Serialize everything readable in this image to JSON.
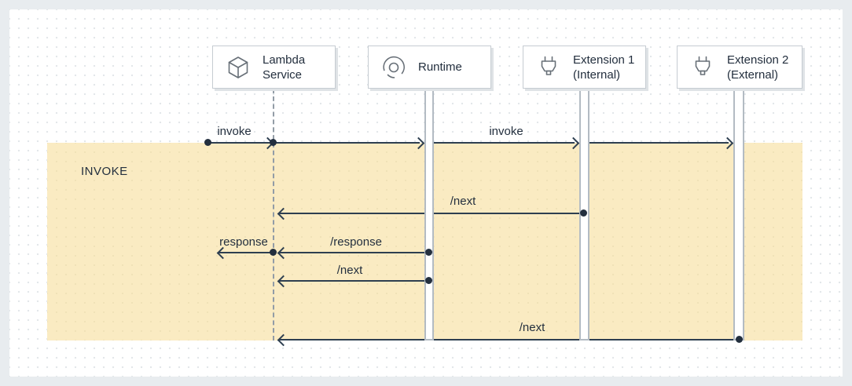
{
  "diagram": {
    "phase_band": {
      "label": "INVOKE",
      "color": "#FAEBC2"
    },
    "participants": [
      {
        "id": "lambda-service",
        "icon": "cube-icon",
        "line1": "Lambda",
        "line2": "Service"
      },
      {
        "id": "runtime",
        "icon": "runtime-icon",
        "line1": "Runtime",
        "line2": ""
      },
      {
        "id": "extension-1",
        "icon": "plug-icon",
        "line1": "Extension 1",
        "line2": "(Internal)"
      },
      {
        "id": "extension-2",
        "icon": "plug-icon",
        "line1": "Extension 2",
        "line2": "(External)"
      }
    ],
    "messages": [
      {
        "id": "invoke-in",
        "label": "invoke",
        "from": "caller",
        "to": "lambda-service"
      },
      {
        "id": "invoke-fanout",
        "label": "invoke",
        "from": "lambda-service",
        "to": "runtime, extension-1, extension-2"
      },
      {
        "id": "next-from-extension-1",
        "label": "/next",
        "from": "extension-1",
        "to": "lambda-service"
      },
      {
        "id": "response-out",
        "label": "response",
        "from": "lambda-service",
        "to": "caller"
      },
      {
        "id": "response-from-runtime",
        "label": "/response",
        "from": "runtime",
        "to": "lambda-service"
      },
      {
        "id": "next-from-runtime",
        "label": "/next",
        "from": "runtime",
        "to": "lambda-service"
      },
      {
        "id": "next-from-extension-2",
        "label": "/next",
        "from": "extension-2",
        "to": "lambda-service"
      }
    ],
    "colors": {
      "ink": "#232F3E",
      "band": "#FAEBC2",
      "canvas": "#FFFFFF",
      "page_background": "#E8ECEF",
      "icon_stroke": "#687078"
    }
  }
}
